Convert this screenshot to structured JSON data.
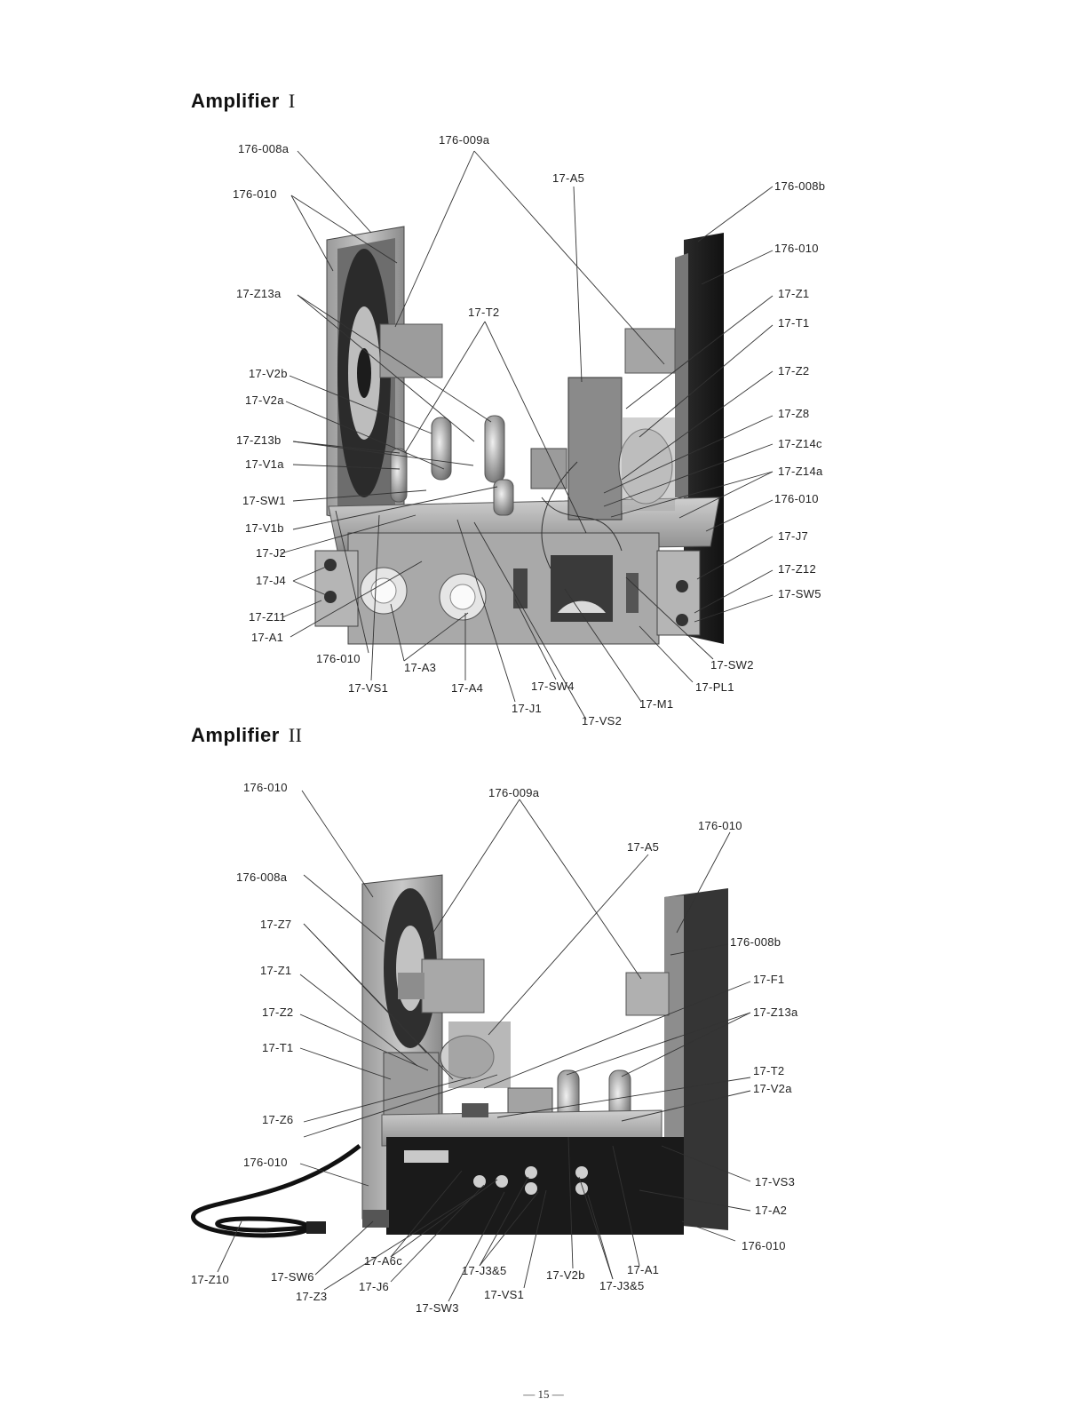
{
  "headings": {
    "amp1": {
      "title": "Amplifier",
      "numeral": "I"
    },
    "amp2": {
      "title": "Amplifier",
      "numeral": "II"
    }
  },
  "amp1_labels": [
    "176-008a",
    "176-009a",
    "17-A5",
    "176-008b",
    "176-010",
    "176-010",
    "17-Z13a",
    "17-T2",
    "17-Z1",
    "17-T1",
    "17-Z2",
    "17-V2b",
    "17-V2a",
    "17-Z8",
    "17-Z13b",
    "17-Z14c",
    "17-V1a",
    "17-Z14a",
    "17-SW1",
    "176-010",
    "17-V1b",
    "17-J7",
    "17-J2",
    "17-Z12",
    "17-J4",
    "17-SW5",
    "17-Z11",
    "17-A1",
    "176-010",
    "17-A3",
    "17-VS1",
    "17-A4",
    "17-SW4",
    "17-J1",
    "17-VS2",
    "17-M1",
    "17-PL1",
    "17-SW2"
  ],
  "amp2_labels": [
    "176-010",
    "176-009a",
    "176-010",
    "17-A5",
    "176-008a",
    "176-008b",
    "17-Z7",
    "17-F1",
    "17-Z1",
    "17-Z13a",
    "17-Z2",
    "17-T1",
    "17-T2",
    "17-V2a",
    "17-Z6",
    "176-010",
    "17-VS3",
    "17-A2",
    "176-010",
    "17-Z10",
    "17-SW6",
    "17-Z3",
    "17-A6c",
    "17-J6",
    "17-J3&5",
    "17-SW3",
    "17-VS1",
    "17-V2b",
    "17-J3&5",
    "17-A1"
  ],
  "page_number": "— 15 —"
}
